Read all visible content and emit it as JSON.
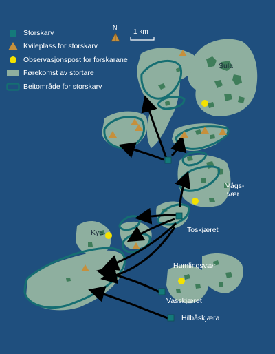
{
  "legend": {
    "items": [
      {
        "symbol": "teal-square",
        "label": "Storskarv"
      },
      {
        "symbol": "orange-triangle",
        "label": "Kvileplass for storskarv"
      },
      {
        "symbol": "yellow-circle",
        "label": "Observasjonspost for forskarane"
      },
      {
        "symbol": "gray-area",
        "label": "Førekomst av stortare"
      },
      {
        "symbol": "outline-box",
        "label": "Beitområde for storskarv"
      }
    ]
  },
  "north_label": "N",
  "scale_label": "1 km",
  "places": {
    "sula": "Sula",
    "vagsvaer_1": "Vågs-",
    "vagsvaer_2": "vær",
    "toskjaeret": "Toskjæret",
    "kya": "Kya",
    "humlingsvaer": "Humlingsvær",
    "vasskjaeret": "Vasskjæret",
    "hilbaskjaera": "Hilbåskjæra"
  },
  "colors": {
    "sea": "#1f4f7e",
    "kelp_area": "#8eaf9f",
    "island": "#3f7d5a",
    "colony": "#147a7a",
    "feeding_outline": "#156e72",
    "resting_site": "#c6903c",
    "observation_post": "#f4e200",
    "arrow": "#000000"
  }
}
